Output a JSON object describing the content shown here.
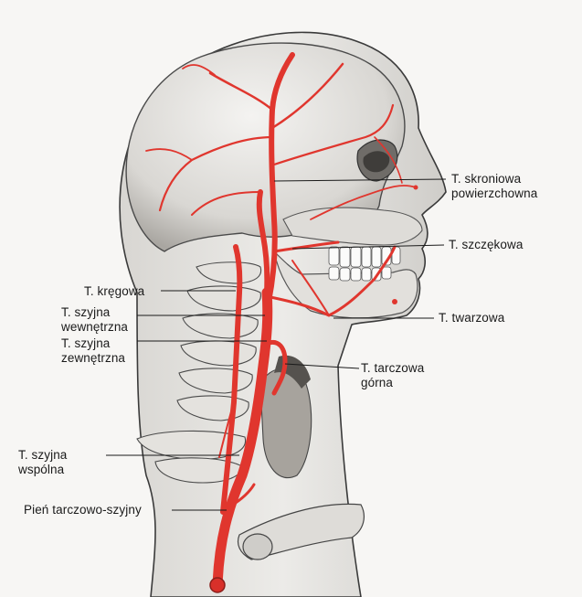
{
  "labels": {
    "skroniowa": [
      "T. skroniowa",
      "powierzchowna"
    ],
    "szczekowa": [
      "T. szczękowa"
    ],
    "twarzowa": [
      "T. twarzowa"
    ],
    "tarczowa_gorna": [
      "T. tarczowa",
      "górna"
    ],
    "kregowa": [
      "T. kręgowa"
    ],
    "szyjna_wewnetrzna": [
      "T. szyjna",
      "wewnętrzna"
    ],
    "szyjna_zewnetrzna": [
      "T. szyjna",
      "zewnętrzna"
    ],
    "szyjna_wspolna": [
      "T. szyjna",
      "wspólna"
    ],
    "pien": [
      "Pień tarczowo-szyjny"
    ]
  },
  "colors": {
    "artery": "#e0362e",
    "outline": "#3a3a3a",
    "shade": "#b9b7b3",
    "background": "#f7f6f4"
  }
}
